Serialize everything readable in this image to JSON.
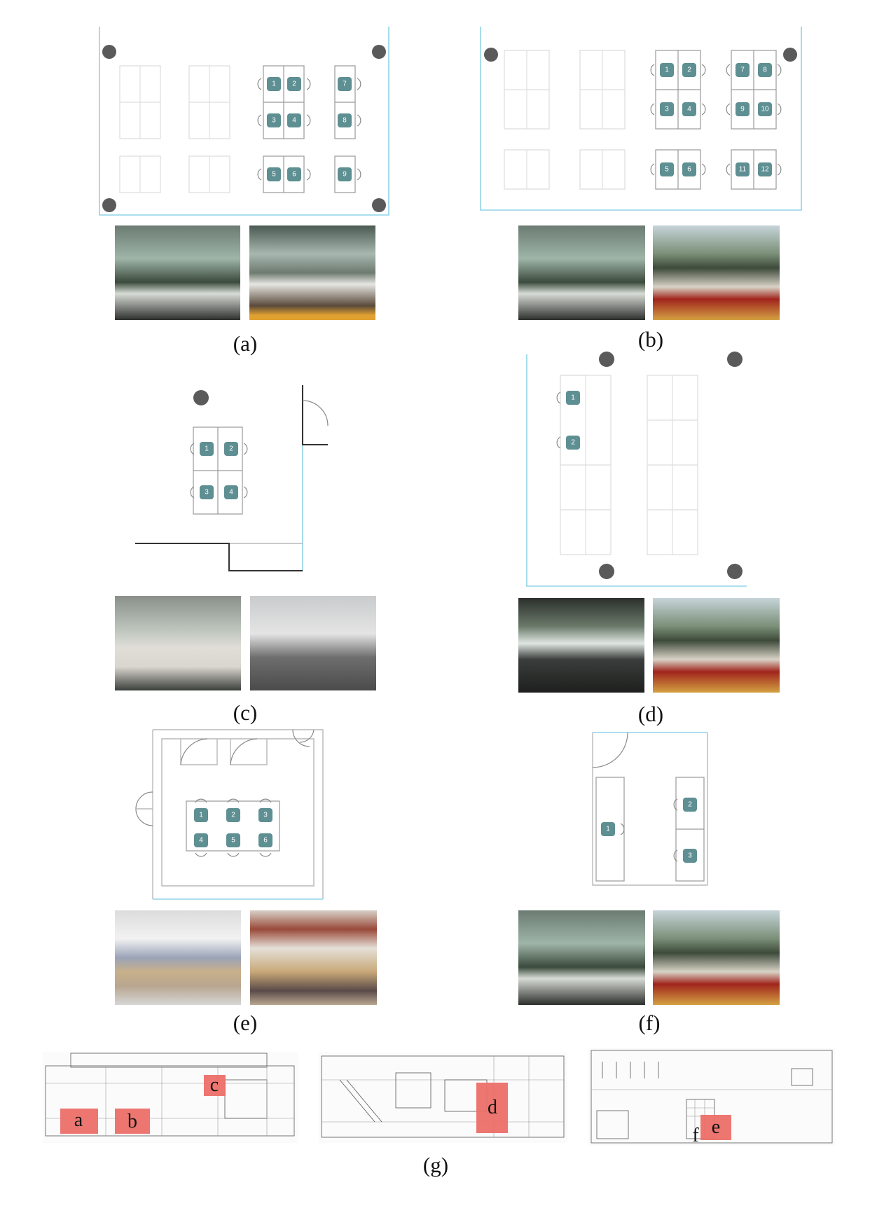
{
  "figure": {
    "panels": [
      {
        "id": "a",
        "caption": "(a)",
        "seats": [
          "1",
          "2",
          "3",
          "4",
          "5",
          "6",
          "7",
          "8",
          "9"
        ]
      },
      {
        "id": "b",
        "caption": "(b)",
        "seats": [
          "1",
          "2",
          "3",
          "4",
          "5",
          "6",
          "7",
          "8",
          "9",
          "10",
          "11",
          "12"
        ]
      },
      {
        "id": "c",
        "caption": "(c)",
        "seats": [
          "1",
          "2",
          "3",
          "4"
        ]
      },
      {
        "id": "d",
        "caption": "(d)",
        "seats": [
          "1",
          "2"
        ]
      },
      {
        "id": "e",
        "caption": "(e)",
        "seats": [
          "1",
          "2",
          "3",
          "4",
          "5",
          "6"
        ]
      },
      {
        "id": "f",
        "caption": "(f)",
        "seats": [
          "1",
          "2",
          "3"
        ]
      }
    ],
    "floorplan_caption": "(g)",
    "floorplan_labels": [
      "a",
      "b",
      "c",
      "d",
      "f",
      "e"
    ],
    "colors": {
      "seat": "#5e8f92",
      "wall": "#8fd3e8",
      "highlight": "#ec6f68",
      "pillar": "#5a5a5a"
    }
  }
}
